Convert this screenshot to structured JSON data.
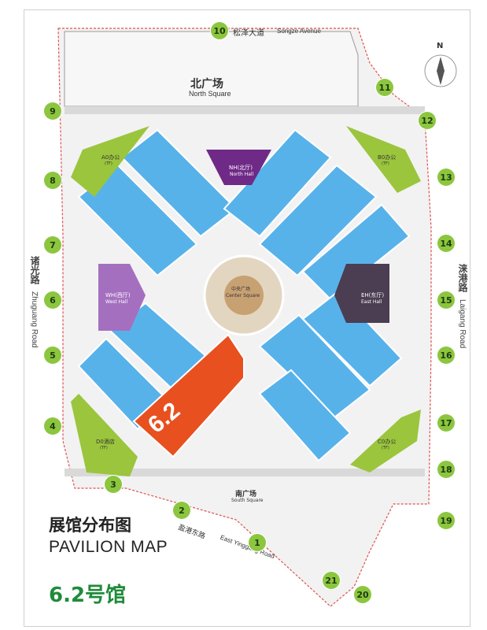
{
  "title_cn": "展馆分布图",
  "title_en": "PAVILION MAP",
  "hall_name": "6.2号馆",
  "highlight_label": "6.2",
  "colors": {
    "hall": "#58b2ea",
    "highlight": "#e8501f",
    "wing": "#6f2a87",
    "east": "#4b3d52",
    "office": "#9bc53d",
    "gate": "#8cc63f",
    "podium": "#c8a173"
  },
  "squares": {
    "north_cn": "北广场",
    "north_en": "North Square",
    "south_cn": "南广场",
    "south_en": "South Square",
    "center_cn": "中央广场",
    "center_en": "Center Square"
  },
  "halls": {
    "nh": {
      "cn": "NH(北厅)",
      "en": "North Hall"
    },
    "wh": {
      "cn": "WH(西厅)",
      "en": "West Hall"
    },
    "eh": {
      "cn": "EH(东厅)",
      "en": "East Hall"
    }
  },
  "offices": {
    "a0": {
      "cn": "A0办公",
      "sub": "(TF)"
    },
    "b0": {
      "cn": "B0办公",
      "sub": "(TF)"
    },
    "c0": {
      "cn": "C0办公",
      "sub": "(TF)"
    },
    "d0": {
      "cn": "D0酒店",
      "sub": "(TF)"
    }
  },
  "roads": {
    "north_cn": "松泽大道",
    "north_en": "Songze Avenue",
    "west_cn": "诸光路",
    "west_en": "Zhuguang Road",
    "east_cn": "涞港路",
    "east_en": "Laigang Road",
    "south_cn": "盈港东路",
    "south_en": "East Yinggang Road"
  },
  "compass": "N",
  "gates": [
    "1",
    "2",
    "3",
    "4",
    "5",
    "6",
    "7",
    "8",
    "9",
    "10",
    "11",
    "12",
    "13",
    "14",
    "15",
    "16",
    "17",
    "18",
    "19",
    "20",
    "21"
  ]
}
